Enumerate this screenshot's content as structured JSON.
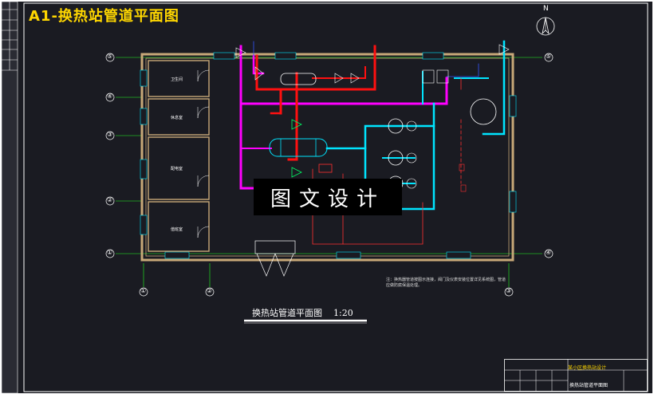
{
  "title_banner": "A1-换热站管道平面图",
  "drawing_caption": "换热站管道平面图",
  "drawing_scale": "1:20",
  "watermark": "图文设计",
  "north_label": "N",
  "axis_labels_vertical": [
    "⑤",
    "④",
    "③",
    "②",
    "①"
  ],
  "axis_labels_bottom": [
    "①",
    "②",
    "③"
  ],
  "axis_labels_right": [
    "⑤",
    "④"
  ],
  "rooms": [
    {
      "name": "卫生间"
    },
    {
      "name": "休息室"
    },
    {
      "name": "配电室"
    },
    {
      "name": "值班室"
    }
  ],
  "notes": "注：换热器管道按图示连接，阀门及仪表安装位置详见系统图，管道应做防腐保温处理。",
  "title_block": {
    "project": "某小区换热站设计",
    "drawing_name": "换热站管道平面图"
  },
  "colors": {
    "background": "#1a1b22",
    "frame": "#ffffff",
    "wall": "#c8a878",
    "supply_pipe": "#ff00ff",
    "hot_pipe": "#ff0000",
    "return_pipe": "#00e5ff",
    "drain_pipe": "#ff3030",
    "grid_line": "#20ff20",
    "title": "#ffd700"
  }
}
